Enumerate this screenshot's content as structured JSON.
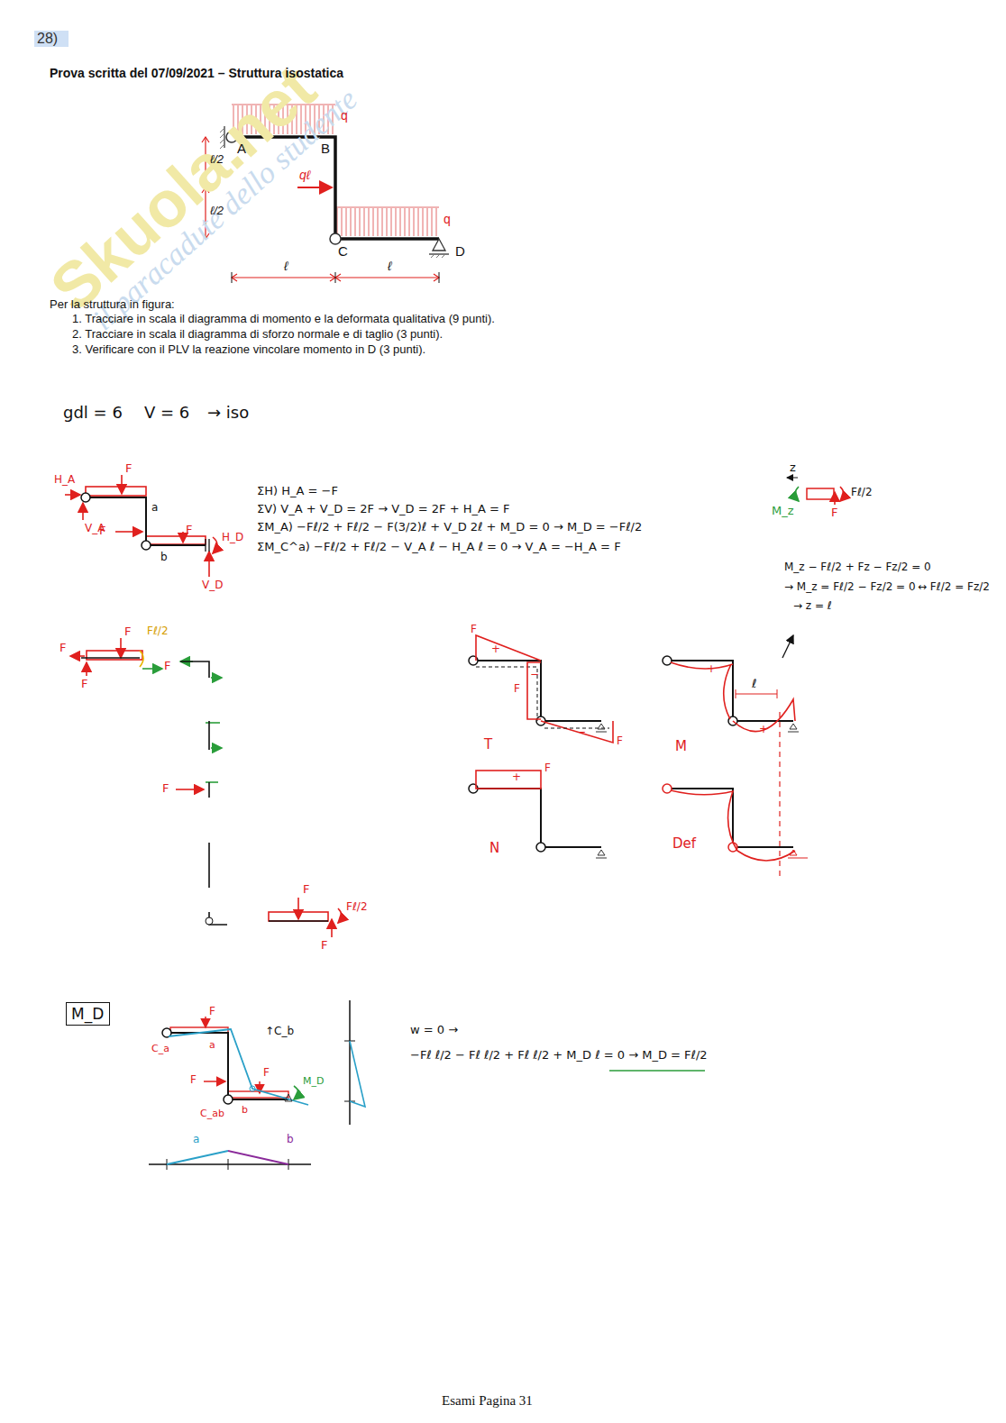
{
  "diagram": {
    "title": "Prova scritta del 07/09/2021 – Struttura isostatica",
    "nodes": [
      {
        "text": [
          "M_D"
        ]
      }
    ],
    "labels": [
      "Skuola.net",
      "il paracadute dello studente",
      "28)",
      "A",
      "B",
      "C",
      "D",
      "ℓ/2",
      "ℓ/2",
      "qℓ",
      "q",
      "q",
      "ℓ",
      "ℓ",
      "Per la struttura in figura:",
      "1. Tracciare in scala il diagramma di momento e la deformata qualitativa (9 punti).",
      "2. Tracciare in scala il diagramma di sforzo normale e di taglio (3 punti).",
      "3. Verificare con il PLV la reazione vincolare momento in D (3 punti).",
      "gdl = 6",
      "V = 6",
      "→ iso",
      "H_A",
      "V_A",
      "F",
      "F",
      "F",
      "a",
      "b",
      "H_D",
      "V_D",
      "ΣH) H_A = −F",
      "ΣV) V_A + V_D = 2F → V_D = 2F + H_A = F",
      "ΣM_A) −Fℓ/2 + Fℓ/2 − F(3/2)ℓ + V_D 2ℓ + M_D = 0 → M_D = −Fℓ/2",
      "ΣM_C^a) −Fℓ/2 + Fℓ/2 − V_A ℓ − H_A ℓ = 0 → V_A = −H_A = F",
      "z",
      "M_z",
      "Fℓ/2",
      "F",
      "M_z − Fℓ/2 + Fz − Fz/2 = 0",
      "→ M_z = Fℓ/2 − Fz/2 = 0",
      "↔ Fℓ/2 = Fz/2",
      "→ z = ℓ",
      "F",
      "F",
      "Fℓ/2",
      "F",
      "F",
      "F",
      "F",
      "Fℓ/2",
      "F",
      "F",
      "+",
      "−",
      "F",
      "T",
      "−",
      "F",
      "+",
      "ℓ",
      "+",
      "M",
      "+",
      "F",
      "N",
      "Def",
      "F",
      "C_a",
      "a",
      "F",
      "F",
      "↑C_b",
      "M_D",
      "C_ab",
      "b",
      "a",
      "b",
      "w = 0 →",
      "−Fℓ ℓ/2 − Fℓ ℓ/2 + Fℓ ℓ/2 + M_D ℓ = 0 → M_D = Fℓ/2",
      "Esami Pagina 31"
    ]
  }
}
